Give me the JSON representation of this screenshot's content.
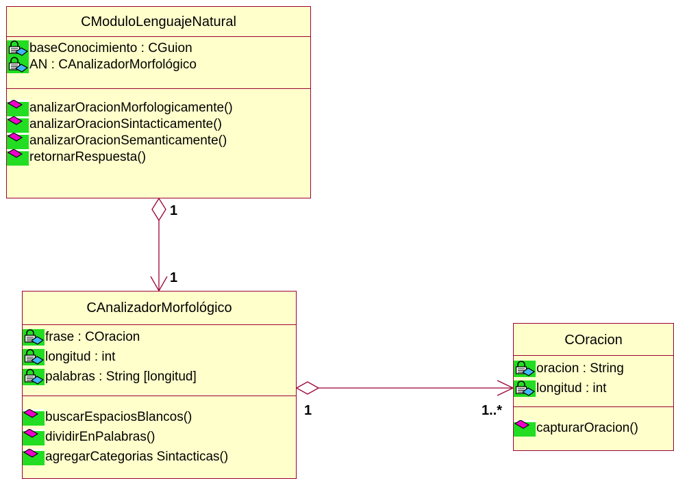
{
  "classes": {
    "modulo": {
      "name": "CModuloLenguajeNatural",
      "attributes": [
        {
          "text": "baseConocimiento : CGuion"
        },
        {
          "text": "AN : CAnalizadorMorfológico"
        }
      ],
      "operations": [
        {
          "text": "analizarOracionMorfologicamente()"
        },
        {
          "text": "analizarOracionSintacticamente()"
        },
        {
          "text": "analizarOracionSemanticamente()"
        },
        {
          "text": "retornarRespuesta()"
        }
      ]
    },
    "analizador": {
      "name": "CAnalizadorMorfológico",
      "attributes": [
        {
          "text": "frase : COracion"
        },
        {
          "text": "longitud : int"
        },
        {
          "text": "palabras : String [longitud]"
        }
      ],
      "operations": [
        {
          "text": "buscarEspaciosBlancos()"
        },
        {
          "text": "dividirEnPalabras()"
        },
        {
          "text": "agregarCategorias Sintacticas()"
        }
      ]
    },
    "oracion": {
      "name": "COracion",
      "attributes": [
        {
          "text": "oracion : String"
        },
        {
          "text": "longitud : int"
        }
      ],
      "operations": [
        {
          "text": "capturarOracion()"
        }
      ]
    }
  },
  "associations": {
    "modulo_analizador": {
      "source_multiplicity": "1",
      "target_multiplicity": "1"
    },
    "analizador_oracion": {
      "source_multiplicity": "1",
      "target_multiplicity": "1..*"
    }
  },
  "colors": {
    "class_fill": "#ffffcc",
    "class_border": "#990033",
    "icon_background": "#22dd22",
    "operation_icon": "#ee00cc",
    "connector": "#990033"
  },
  "icons": {
    "attribute": "private-attribute-icon",
    "operation": "operation-icon"
  }
}
